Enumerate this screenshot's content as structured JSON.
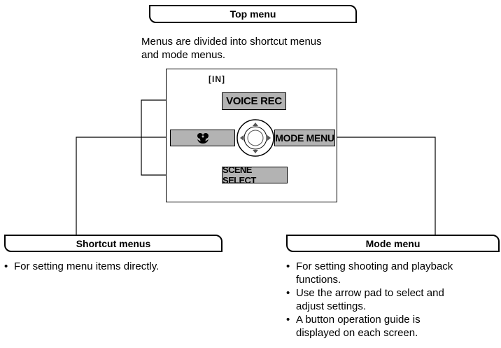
{
  "top_menu": {
    "title": "Top menu",
    "description_line1": "Menus are divided into shortcut menus",
    "description_line2": "and mode menus."
  },
  "screen": {
    "memory_indicator": "[IN]",
    "voice_rec_label": "VOICE REC",
    "mode_menu_label": "MODE MENU",
    "scene_select_label": "SCENE SELECT",
    "macro_icon": "macro-flower-icon",
    "arrow_pad_icon": "arrow-pad-icon"
  },
  "shortcut_menus": {
    "title": "Shortcut menus",
    "bullets": [
      "For setting menu items directly."
    ]
  },
  "mode_menu": {
    "title": "Mode menu",
    "bullet1_line1": "For setting shooting and playback",
    "bullet1_line2": "functions.",
    "bullet2_line1": "Use the arrow pad to select and",
    "bullet2_line2": "adjust settings.",
    "bullet3_line1": "A button operation guide is",
    "bullet3_line2": "displayed on each screen."
  },
  "colors": {
    "button_fill": "#b3b3b3",
    "line": "#000000"
  }
}
